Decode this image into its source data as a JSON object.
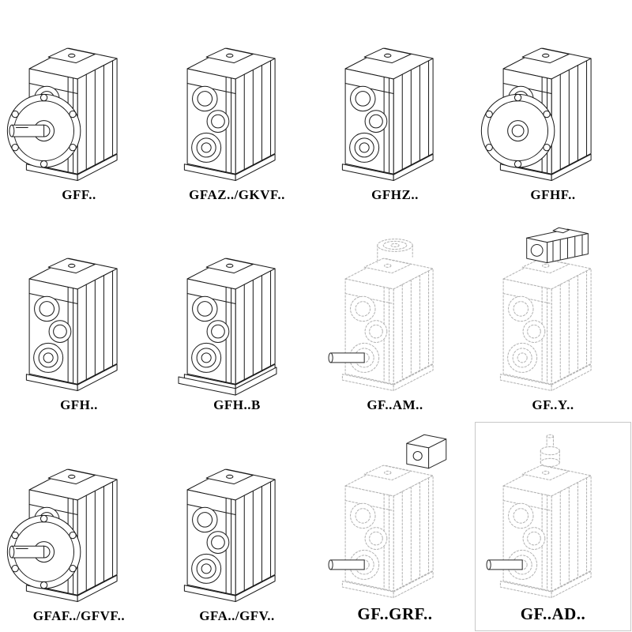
{
  "catalog": {
    "items": [
      {
        "label": "GFF..",
        "variant": "flange-mounted-solid-shaft",
        "line_style": "solid"
      },
      {
        "label": "GFAZ../GKVF..",
        "variant": "shaft-mounted-hollow",
        "line_style": "solid"
      },
      {
        "label": "GFHZ..",
        "variant": "hollow-shaft",
        "line_style": "solid"
      },
      {
        "label": "GFHF..",
        "variant": "flange-mounted-hollow",
        "line_style": "solid"
      },
      {
        "label": "GFH..",
        "variant": "hollow-shaft-shrink-disc",
        "line_style": "solid"
      },
      {
        "label": "GFH..B",
        "variant": "hollow-shaft-with-base",
        "line_style": "solid"
      },
      {
        "label": "GF..AM..",
        "variant": "iec-adapter-input",
        "line_style": "dashed"
      },
      {
        "label": "GF..Y..",
        "variant": "motor-mounted",
        "line_style": "dashed"
      },
      {
        "label": "GFAF../GFVF..",
        "variant": "flange-mounted-solid-shaft",
        "line_style": "solid"
      },
      {
        "label": "GFA../GFV..",
        "variant": "shaft-mounted-hollow",
        "line_style": "solid"
      },
      {
        "label": "GF..GRF..",
        "variant": "top-box-input",
        "line_style": "dashed"
      },
      {
        "label": "GF..AD..",
        "variant": "input-shaft-cover",
        "line_style": "dashed"
      }
    ]
  }
}
